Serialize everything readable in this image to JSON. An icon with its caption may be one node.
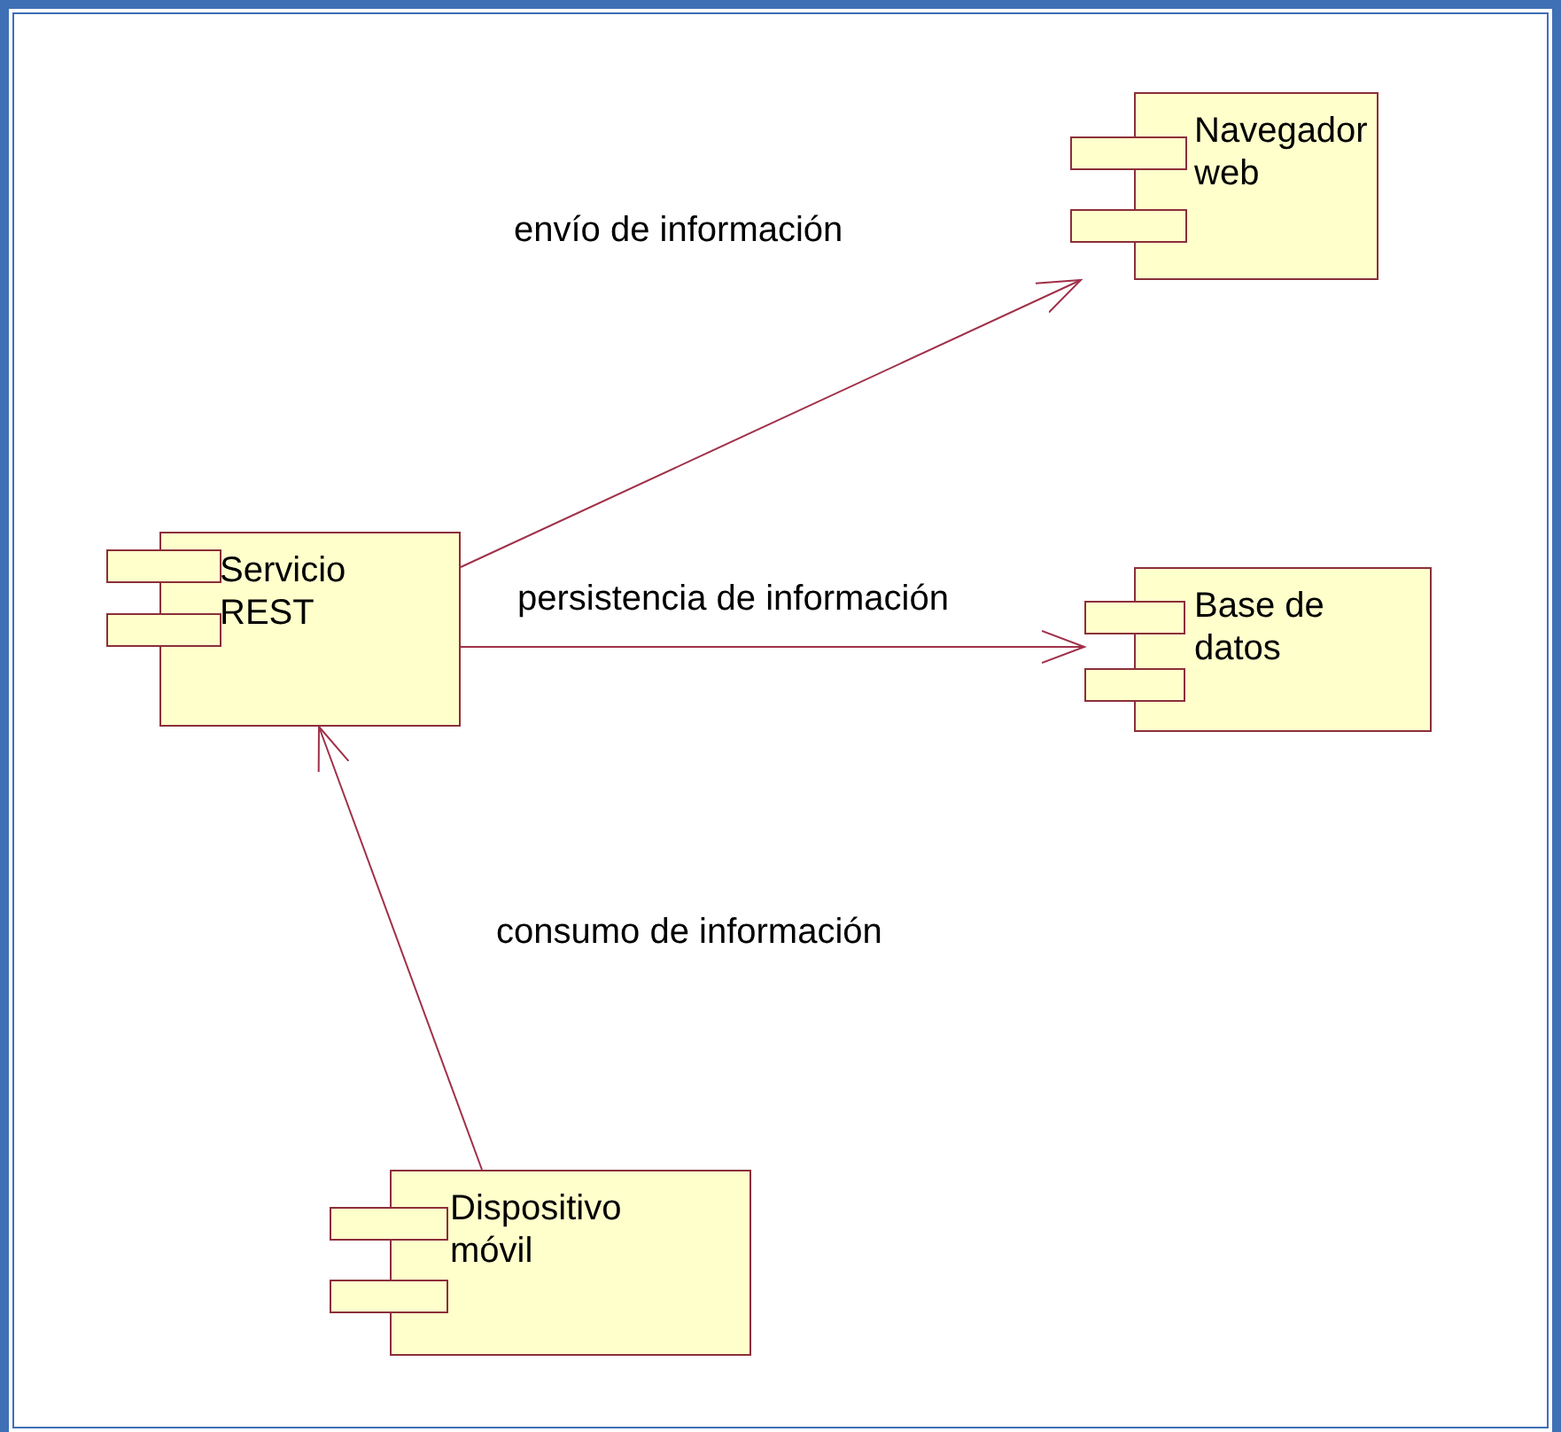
{
  "diagram": {
    "nodes": [
      {
        "text": [
          "Navegador web"
        ]
      },
      {
        "text": [
          "Servicio REST"
        ]
      },
      {
        "text": [
          "Base de datos"
        ]
      },
      {
        "text": [
          "Dispositivo móvil"
        ]
      }
    ],
    "edges": [
      {
        "from": 1,
        "to": 0,
        "arrow": "to",
        "label": "envío de información"
      },
      {
        "from": 1,
        "to": 2,
        "arrow": "to",
        "label": "persistencia de información"
      },
      {
        "from": 3,
        "to": 1,
        "arrow": "to",
        "label": "consumo de información"
      }
    ]
  }
}
